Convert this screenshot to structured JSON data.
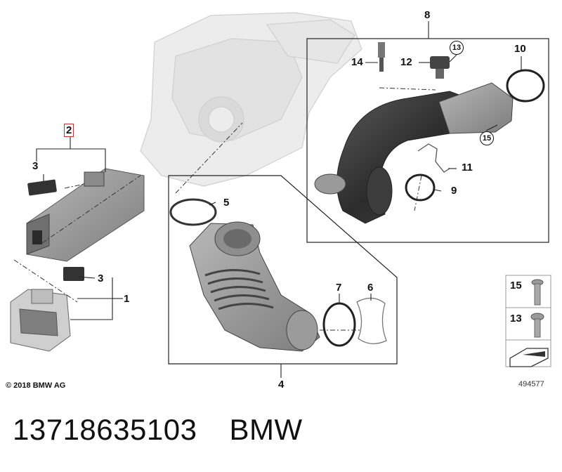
{
  "callouts": [
    {
      "id": "c1",
      "text": "1"
    },
    {
      "id": "c2",
      "text": "2"
    },
    {
      "id": "c3a",
      "text": "3"
    },
    {
      "id": "c3b",
      "text": "3"
    },
    {
      "id": "c4",
      "text": "4"
    },
    {
      "id": "c5",
      "text": "5"
    },
    {
      "id": "c6",
      "text": "6"
    },
    {
      "id": "c7",
      "text": "7"
    },
    {
      "id": "c8",
      "text": "8"
    },
    {
      "id": "c9",
      "text": "9"
    },
    {
      "id": "c10",
      "text": "10"
    },
    {
      "id": "c11",
      "text": "11"
    },
    {
      "id": "c12",
      "text": "12"
    },
    {
      "id": "c13",
      "text": "13"
    },
    {
      "id": "c14",
      "text": "14"
    },
    {
      "id": "c15",
      "text": "15"
    }
  ],
  "fastener_legend": [
    {
      "number": "15"
    },
    {
      "number": "13"
    }
  ],
  "copyright": "© 2018 BMW AG",
  "diagram_ref": "494577",
  "part_number": "13718635103",
  "brand": "BMW",
  "colors": {
    "highlight_box": "#d32f2f",
    "hose_dark": "#3a3a3a",
    "part_gray": "#9a9a9a",
    "ghost_gray": "#e3e3e3"
  }
}
